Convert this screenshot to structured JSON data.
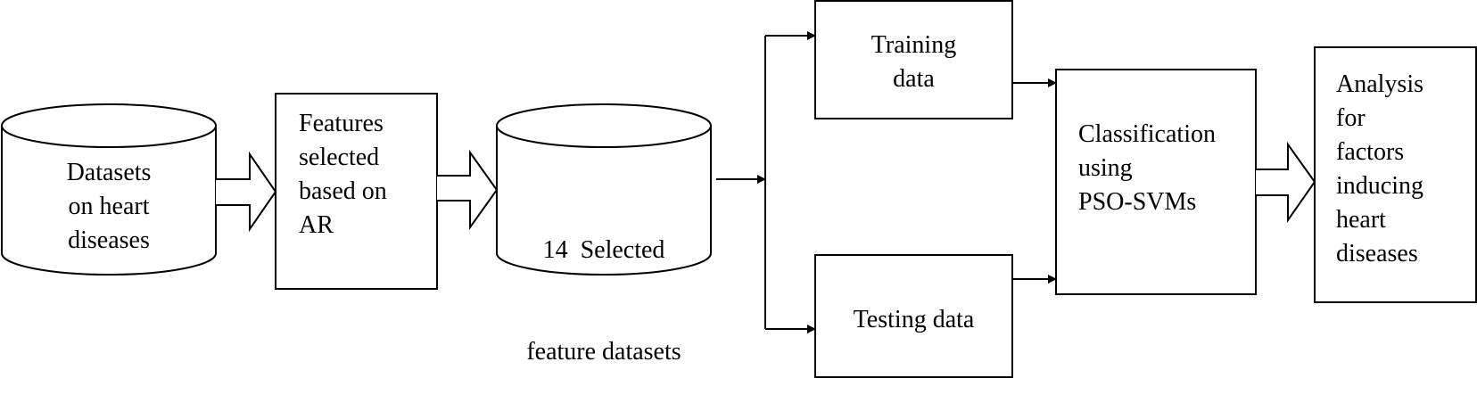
{
  "nodes": {
    "datasets": [
      "Datasets",
      "on heart",
      "diseases"
    ],
    "features": [
      "Features",
      "selected",
      "based on",
      "AR"
    ],
    "selected": [
      "14  Selected",
      "feature datasets"
    ],
    "training": [
      "Training",
      "data"
    ],
    "testing": [
      "Testing data"
    ],
    "classification": [
      "Classification",
      "using",
      "PSO-SVMs"
    ],
    "analysis": [
      "Analysis",
      "for",
      "factors",
      "inducing",
      "heart",
      "diseases"
    ]
  },
  "colors": {
    "stroke": "#000000",
    "fill": "#ffffff"
  }
}
